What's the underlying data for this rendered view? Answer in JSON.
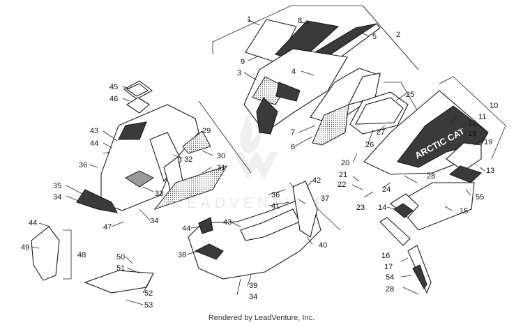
{
  "footer_text": "Rendered by LeadVenture, Inc.",
  "watermark_text": "LEADVENTURE",
  "brand_decal_text": "ARCTIC CAT",
  "callouts": [
    "1",
    "2",
    "3",
    "4",
    "5",
    "6",
    "7",
    "8",
    "9",
    "10",
    "11",
    "12",
    "13",
    "14",
    "15",
    "16",
    "17",
    "18",
    "19",
    "20",
    "21",
    "22",
    "23",
    "24",
    "25",
    "26",
    "27",
    "28",
    "28",
    "28",
    "29",
    "30",
    "31",
    "32",
    "33",
    "34",
    "34",
    "34",
    "34",
    "35",
    "36",
    "36",
    "37",
    "38",
    "39",
    "40",
    "41",
    "42",
    "43",
    "43",
    "44",
    "44",
    "44",
    "45",
    "46",
    "47",
    "48",
    "49",
    "50",
    "51",
    "52",
    "53",
    "54",
    "55"
  ],
  "colors": {
    "line": "#1a1a1a",
    "dark_fill": "#3a3a3a",
    "watermark": "#d9d9d9",
    "background": "#ffffff"
  }
}
